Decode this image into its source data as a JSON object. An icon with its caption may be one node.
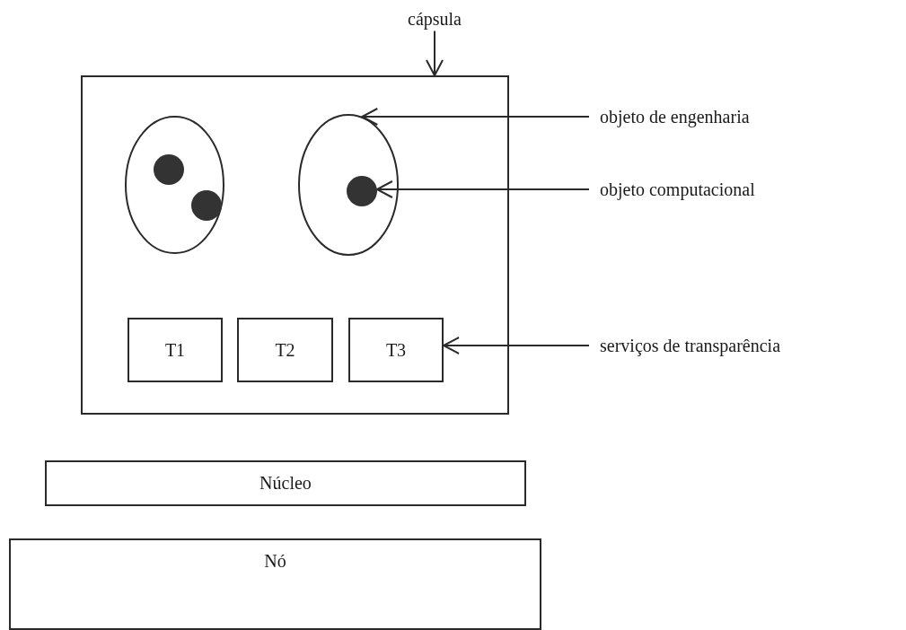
{
  "diagram": {
    "nodes": [
      {
        "text": [
          "cápsula"
        ]
      },
      {
        "text": [],
        "shape": "box"
      },
      {
        "text": [],
        "shape": "ellipse",
        "in": 1
      },
      {
        "text": [],
        "shape": "dot",
        "in": 2
      },
      {
        "text": [],
        "shape": "dot",
        "in": 2
      },
      {
        "text": [],
        "shape": "ellipse",
        "in": 1
      },
      {
        "text": [],
        "shape": "dot",
        "in": 5
      },
      {
        "text": [
          "T1"
        ],
        "in": 1
      },
      {
        "text": [
          "T2"
        ],
        "in": 1
      },
      {
        "text": [
          "T3"
        ],
        "in": 1
      },
      {
        "text": [
          "objeto de engenharia"
        ]
      },
      {
        "text": [
          "objeto computacional"
        ]
      },
      {
        "text": [
          "serviços de transparência"
        ]
      },
      {
        "text": [
          "Núcleo"
        ]
      },
      {
        "text": [
          "Nó"
        ]
      }
    ],
    "edges": [
      {
        "from": 0,
        "to": 1,
        "arrow": "to"
      },
      {
        "from": 10,
        "to": 5,
        "arrow": "to"
      },
      {
        "from": 11,
        "to": 6,
        "arrow": "to"
      },
      {
        "from": 12,
        "to": 9,
        "arrow": "to"
      }
    ]
  }
}
